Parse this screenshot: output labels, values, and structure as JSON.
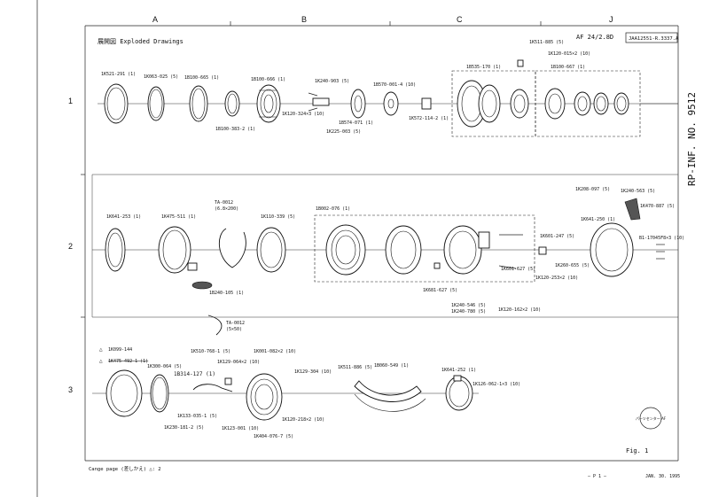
{
  "header": {
    "columns": [
      "A",
      "B",
      "C",
      "J"
    ],
    "rows": [
      "1",
      "2",
      "3"
    ],
    "title": "展開図 Exploded Drawings",
    "model": "AF 24/2.8D",
    "code": "JAA12551-R.3337.A",
    "side_text": "RP-INF. NO. 9512"
  },
  "row1": {
    "labels": [
      "1K521-291 (1)",
      "1K063-025 (5)",
      "1B100-665 (1)",
      "1B100-666 (1)",
      "1B100-383-2 (1)",
      "1K240-903 (5)",
      "1K120-324×3 (10)",
      "1B574-071 (1)",
      "1K225-003 (5)",
      "1B570-001-4 (10)",
      "1K572-114-2 (1)",
      "1K511-885 (5)",
      "1K120-015×2 (10)",
      "1B535-170 (1)",
      "1B100-667 (1)"
    ]
  },
  "row2": {
    "labels": [
      "1K641-253 (1)",
      "1K475-511 (1)",
      "TA-0012",
      "(6.8×200)",
      "1K110-339 (5)",
      "1B002-076 (1)",
      "1K208-097 (5)",
      "1K240-563 (5)",
      "1K470-887 (5)",
      "1K641-250 (1)",
      "B1-17045F8×3 (10)",
      "1K601-247 (5)",
      "1K260-655 (5)",
      "1K120-253×2 (10)",
      "1K601-627 (5)",
      "1K681-627 (5)",
      "1K240-546 (5)",
      "1K240-780 (5)",
      "1K120-162×2 (10)",
      "1B240-105 (1)",
      "TA-0012",
      "(5×50)"
    ]
  },
  "row3": {
    "labels": [
      "1K099-144",
      "1K475-492-1 (1)",
      "1K300-064 (5)",
      "1K510-768-1 (5)",
      "1K129-064×2 (10)",
      "1B314-127 (1)",
      "1K001-082×2 (10)",
      "1K129-304 (10)",
      "1K133-035-1 (5)",
      "1K230-181-2 (5)",
      "1K123-001 (10)",
      "1K120-218×2 (10)",
      "1K404-076-7 (5)",
      "1K511-886 (5)",
      "1B060-549 (1)",
      "1K641-252 (1)",
      "1K126-062-1×3 (10)"
    ]
  },
  "footer": {
    "left": "Cange page (差しかえ) △: 2",
    "page": "— P 1 —",
    "date": "JAN. 30. 1995",
    "fig": "Fig. 1",
    "stamp": "パーツセンター AF"
  }
}
